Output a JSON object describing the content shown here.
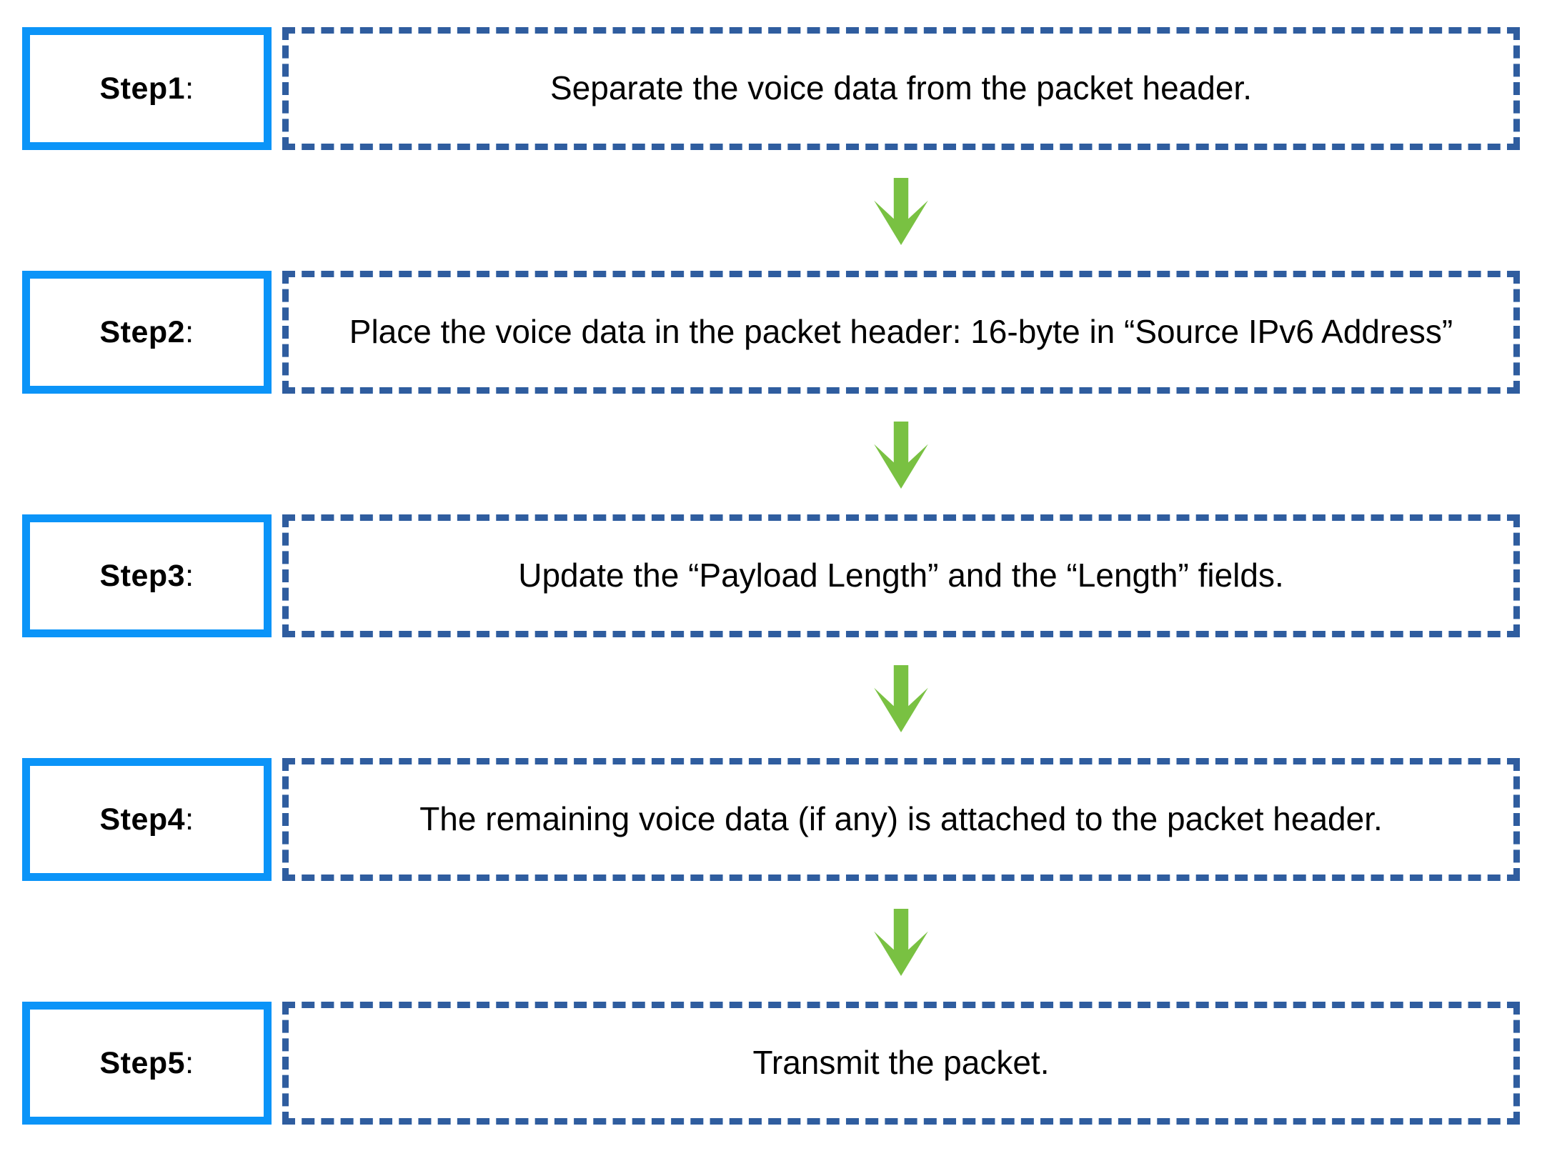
{
  "diagram": {
    "type": "flowchart",
    "arrow_icon": "down-arrow",
    "steps": [
      {
        "label": "Step1",
        "colon": ":",
        "text": "Separate the voice data from the packet header."
      },
      {
        "label": "Step2",
        "colon": ":",
        "text": "Place the voice data in the packet header: 16-byte in “Source IPv6 Address”"
      },
      {
        "label": "Step3",
        "colon": ":",
        "text": "Update the “Payload Length” and the “Length” fields."
      },
      {
        "label": "Step4",
        "colon": ":",
        "text": "The remaining voice data (if any) is attached to the packet header."
      },
      {
        "label": "Step5",
        "colon": ":",
        "text": "Transmit the packet."
      }
    ],
    "colors": {
      "step_border": "#0b94f8",
      "desc_border": "#2f5d9f",
      "arrow": "#79c142",
      "text": "#000000",
      "background": "#ffffff"
    }
  }
}
